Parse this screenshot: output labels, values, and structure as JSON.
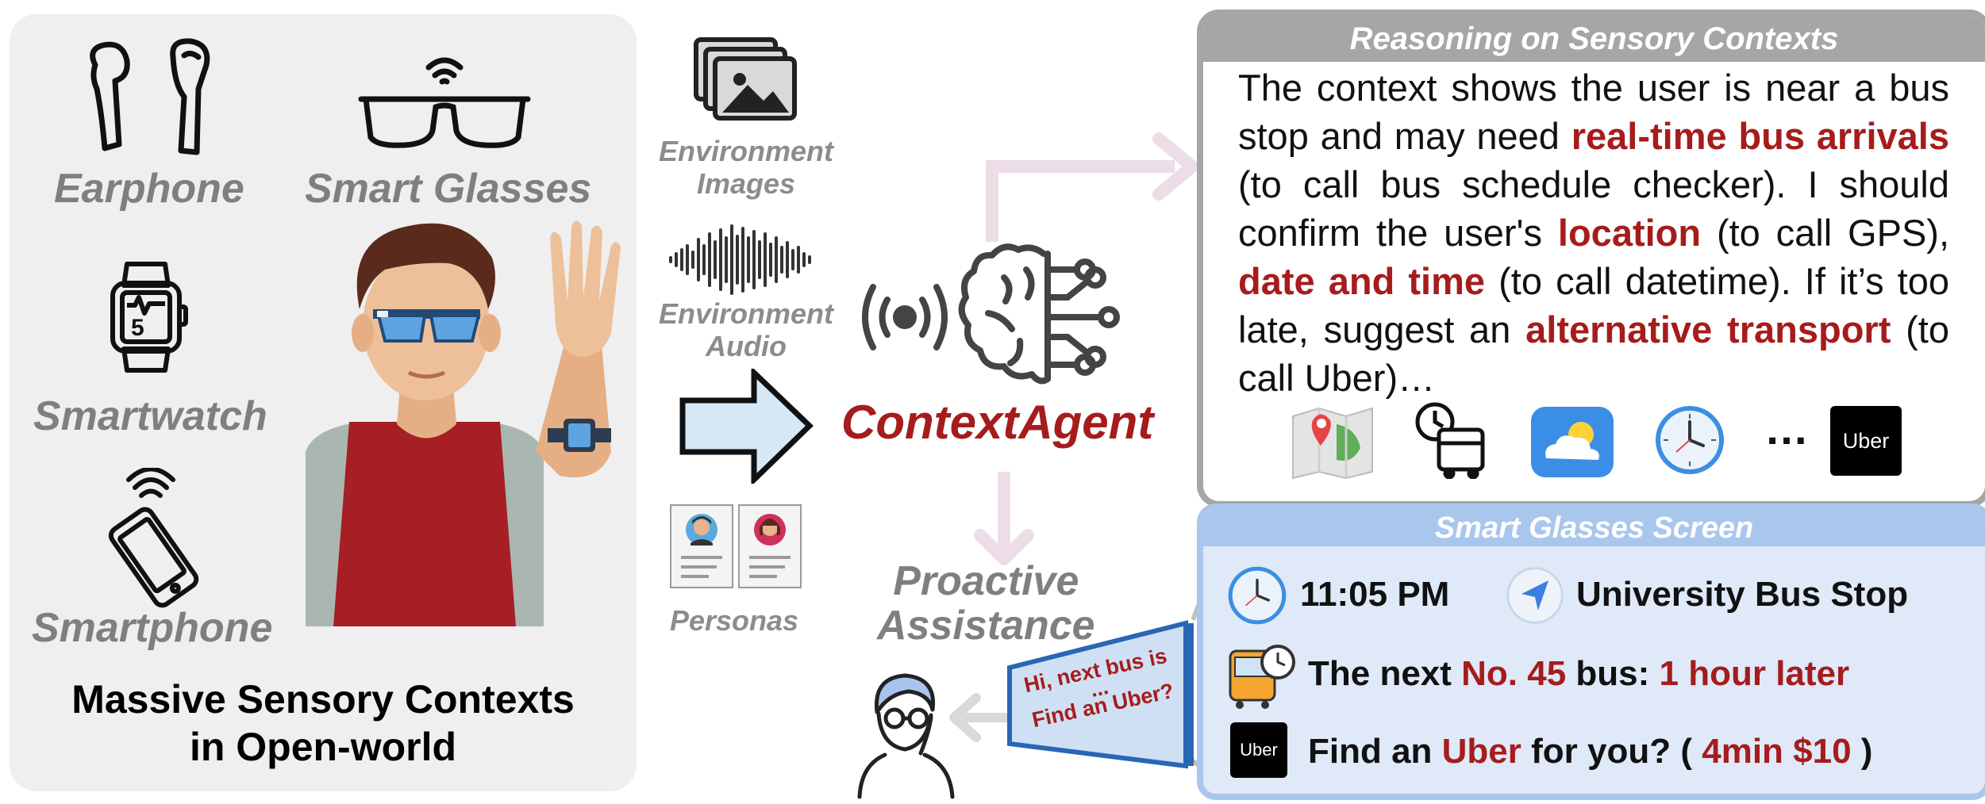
{
  "left_panel": {
    "devices": {
      "earphone": "Earphone",
      "smart_glasses": "Smart Glasses",
      "smartwatch": "Smartwatch",
      "smartphone": "Smartphone"
    },
    "watch_display": "5",
    "caption_line1": "Massive Sensory Contexts",
    "caption_line2": "in Open-world"
  },
  "inputs": {
    "images_line1": "Environment",
    "images_line2": "Images",
    "audio_line1": "Environment",
    "audio_line2": "Audio",
    "personas": "Personas"
  },
  "agent": {
    "name": "ContextAgent"
  },
  "proactive": {
    "line1": "Proactive",
    "line2": "Assistance",
    "bubble_line1": "Hi, next bus is",
    "bubble_line2": "...",
    "bubble_line3": "Find an Uber?"
  },
  "reasoning": {
    "title": "Reasoning on Sensory Contexts",
    "t1": "The context shows the user is near a bus stop and may need ",
    "h1": "real-time bus arrivals",
    "t2": " (to call bus schedule checker). I should confirm the user's ",
    "h2": "location",
    "t3": " (to call GPS), ",
    "h3": "date and time",
    "t4": " (to call datetime). If it’s too late, suggest an ",
    "h4": "alternative transport",
    "t5": " (to call Uber)…",
    "tools": [
      "map-icon",
      "bus-schedule-icon",
      "weather-icon",
      "clock-icon",
      "uber-icon"
    ],
    "ellipsis": "…",
    "uber_logo": "Uber"
  },
  "screen": {
    "title": "Smart Glasses Screen",
    "time": "11:05 PM",
    "location": "University Bus Stop",
    "bus_prefix": "The next ",
    "bus_number": "No. 45",
    "bus_middle": " bus: ",
    "bus_eta": "1 hour later",
    "uber_logo": "Uber",
    "uber_prefix": "Find an ",
    "uber_word": "Uber",
    "uber_middle": " for you? ( ",
    "uber_info": "4min $10",
    "uber_suffix": " )"
  },
  "colors": {
    "highlight_red": "#a61c1c",
    "left_panel_bg": "#efefef",
    "reasoning_border": "#a6a6a6",
    "screen_border": "#a9c6ec",
    "screen_bg": "#dfe9f8",
    "arrow_pink": "#eddde6",
    "big_arrow_fill": "#d6e7f6"
  }
}
